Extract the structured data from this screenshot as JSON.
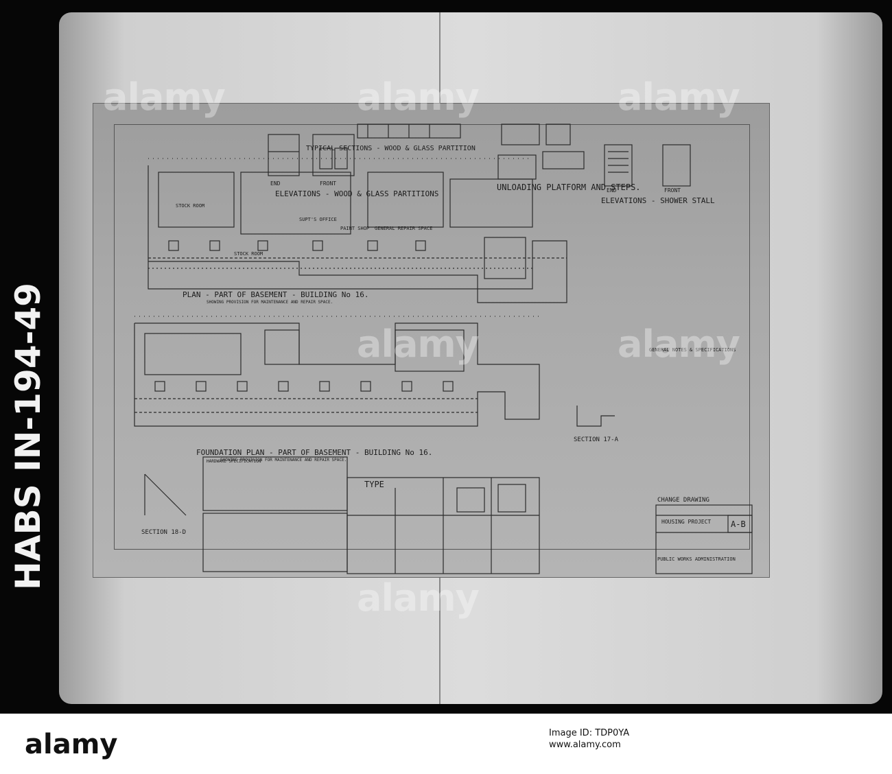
{
  "image_marking": "HABS IN-194-49",
  "sheet": {
    "top_title": "TYPICAL SECTIONS - WOOD & GLASS PARTITION",
    "elev_partitions_title": "ELEVATIONS - WOOD & GLASS PARTITIONS",
    "end_label": "END",
    "front_label": "FRONT",
    "unloading_title": "UNLOADING PLATFORM AND STEPS.",
    "shower_title": "ELEVATIONS - SHOWER STALL",
    "basement_title": "PLAN - PART OF BASEMENT - BUILDING No 16.",
    "basement_sub": "SHOWING PROVISION FOR MAINTENANCE AND REPAIR SPACE.",
    "rooms": [
      "STOCK ROOM",
      "SUPT'S OFFICE",
      "PAINT SHOP",
      "GENERAL REPAIR SPACE",
      "STOCK ROOM"
    ],
    "foundation_title": "FOUNDATION PLAN - PART OF BASEMENT - BUILDING No 16.",
    "foundation_sub": "SHOWING PROVISION FOR MAINTENANCE AND REPAIR SPACE.",
    "general_notes_title": "GENERAL NOTES & SPECIFICATIONS",
    "section_17a": "SECTION 17-A",
    "section_18d": "SECTION 18-D",
    "hardware_title": "HARDWARE SPECIFICATION",
    "type_title": "TYPE",
    "change_drawing": "CHANGE DRAWING",
    "housing_project": "HOUSING PROJECT",
    "sheet_no": "A-B",
    "pwa": "PUBLIC WORKS ADMINISTRATION"
  },
  "watermark": "alamy",
  "footer": {
    "logo": "alamy",
    "image_id_label": "Image ID: TDP0YA",
    "url": "www.alamy.com"
  }
}
